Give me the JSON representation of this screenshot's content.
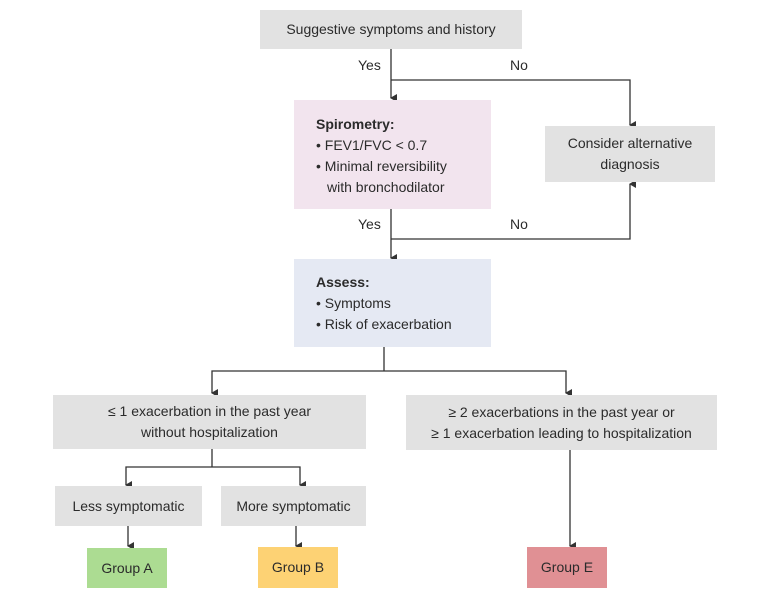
{
  "nodes": {
    "start": {
      "text": "Suggestive symptoms and history"
    },
    "spirometry": {
      "title": "Spirometry:",
      "bullets": [
        "• FEV1/FVC < 0.7",
        "• Minimal reversibility"
      ],
      "continuation": "with bronchodilator"
    },
    "alternative": {
      "line1": "Consider alternative",
      "line2": "diagnosis"
    },
    "assess": {
      "title": "Assess:",
      "bullets": [
        "• Symptoms",
        "• Risk of exacerbation"
      ]
    },
    "low_risk": {
      "line1": "≤ 1 exacerbation in the past year",
      "line2": "without hospitalization"
    },
    "high_risk": {
      "line1": "≥ 2 exacerbations in the past year or",
      "line2": "≥ 1 exacerbation leading to hospitalization"
    },
    "less_symptomatic": {
      "text": "Less symptomatic"
    },
    "more_symptomatic": {
      "text": "More symptomatic"
    },
    "group_a": {
      "text": "Group A",
      "color": "#acdc92"
    },
    "group_b": {
      "text": "Group B",
      "color": "#fdd274"
    },
    "group_e": {
      "text": "Group E",
      "color": "#e09094"
    }
  },
  "edge_labels": {
    "start_yes": "Yes",
    "start_no": "No",
    "spiro_yes": "Yes",
    "spiro_no": "No"
  },
  "colors": {
    "line": "#333333",
    "grey_box": "#e2e2e2",
    "pink_box": "#f2e4ee",
    "blue_box": "#e5e9f3"
  }
}
